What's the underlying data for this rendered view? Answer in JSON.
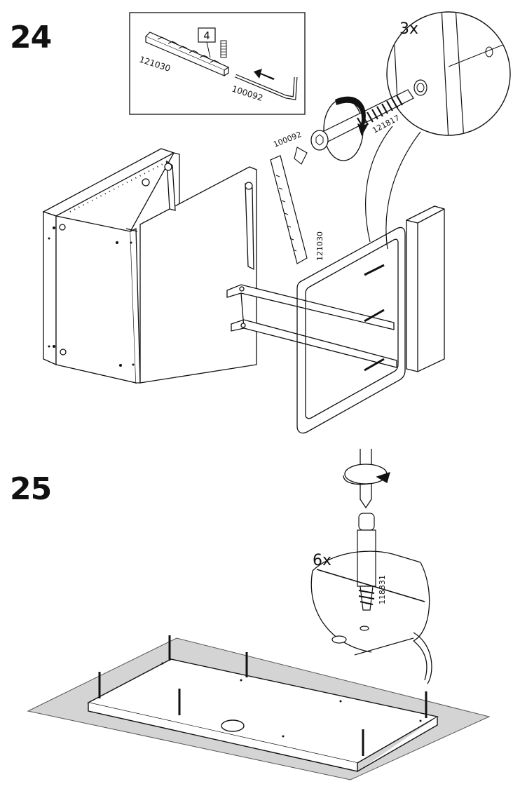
{
  "steps": [
    {
      "number": "24",
      "inset": {
        "part_a": "121030",
        "part_b": "100092",
        "box_number": "4"
      },
      "labels": {
        "bracket": "100092",
        "rail": "121030",
        "bolt": "121817",
        "quantity": "3x"
      }
    },
    {
      "number": "25",
      "labels": {
        "dowel": "118331",
        "quantity": "6x"
      }
    }
  ],
  "colors": {
    "line": "#111111",
    "mat": "#d4d4d4",
    "panel": "#ffffff"
  }
}
